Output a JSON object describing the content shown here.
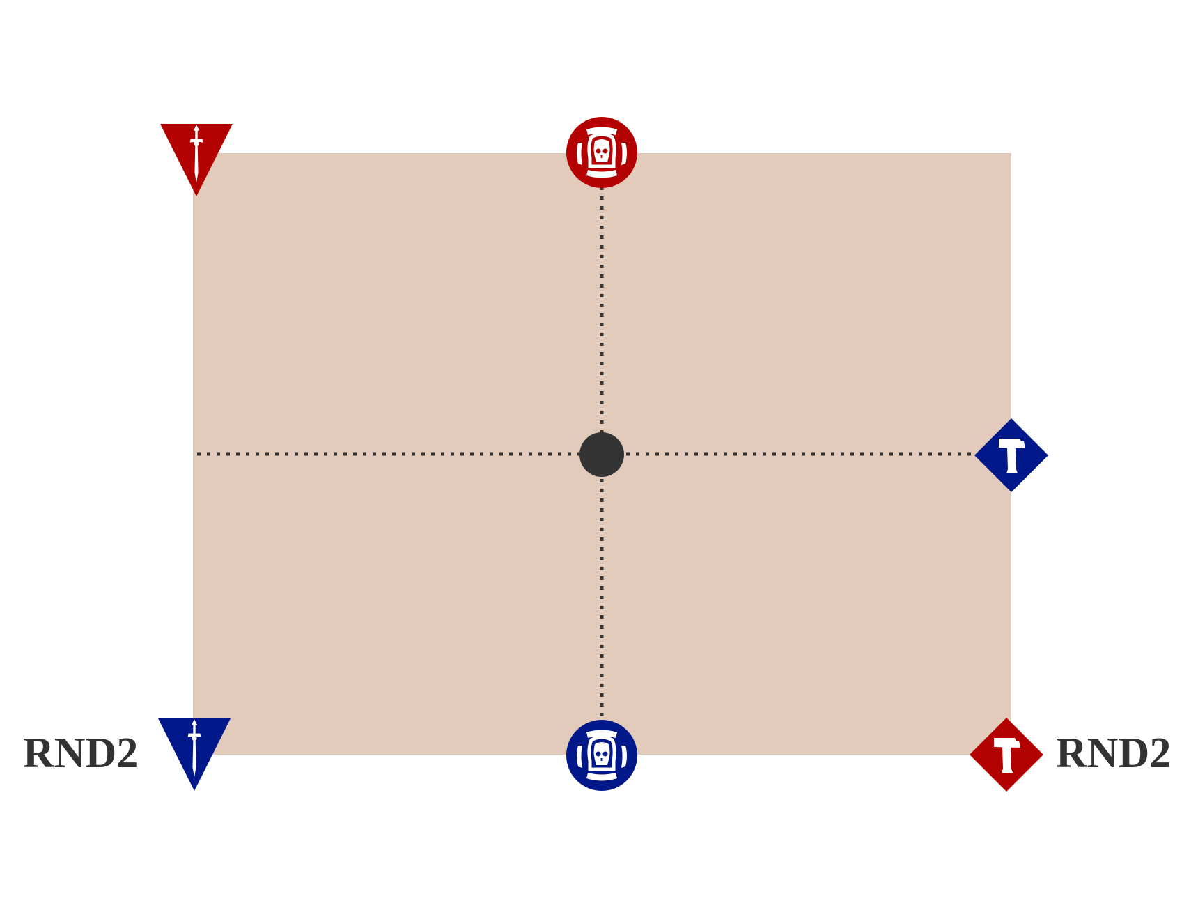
{
  "labels": {
    "bottom_left": "RND2",
    "bottom_right": "RND2"
  },
  "markers": [
    {
      "icon": "dagger-icon",
      "shape": "triangle",
      "team": "red"
    },
    {
      "icon": "skull-icon",
      "shape": "circle",
      "team": "red"
    },
    {
      "icon": "hammer-icon",
      "shape": "diamond",
      "team": "blue"
    },
    {
      "icon": "dagger-icon",
      "shape": "triangle",
      "team": "blue"
    },
    {
      "icon": "skull-icon",
      "shape": "circle",
      "team": "blue"
    },
    {
      "icon": "hammer-icon",
      "shape": "diamond",
      "team": "red"
    }
  ],
  "colors": {
    "board": "#e2cbbb",
    "red": "#b30000",
    "blue": "#00188a",
    "line": "#333333",
    "center": "#333333"
  }
}
